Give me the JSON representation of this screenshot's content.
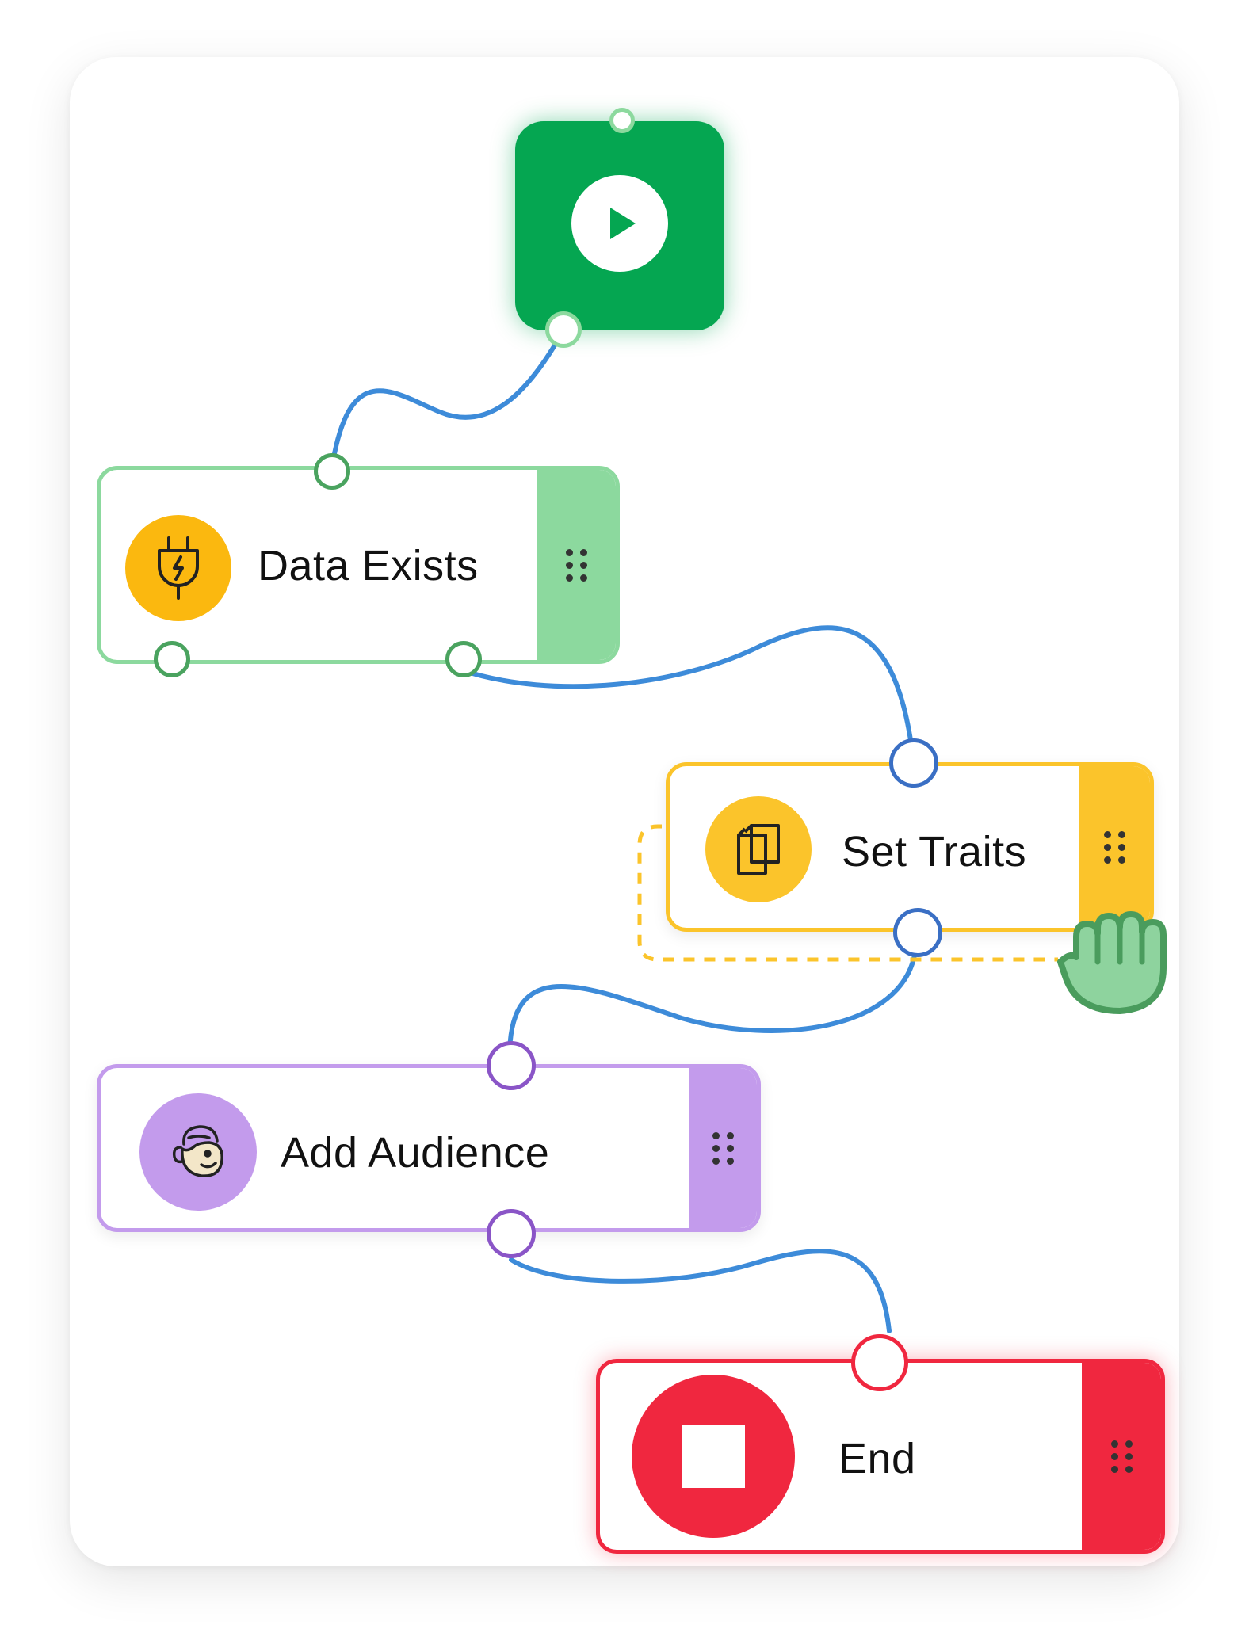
{
  "colors": {
    "link": "#3d8bd9",
    "start": "#05a651",
    "data_exists": "#8cd99e",
    "set_traits": "#fbc42b",
    "add_audience": "#c39bec",
    "end": "#f0273f"
  },
  "nodes": {
    "start": {
      "icon": "play-icon"
    },
    "data_exists": {
      "label": "Data Exists",
      "icon": "plug-icon"
    },
    "set_traits": {
      "label": "Set Traits",
      "icon": "copy-documents-icon"
    },
    "add_audience": {
      "label": "Add Audience",
      "icon": "mailchimp-icon"
    },
    "end": {
      "label": "End",
      "icon": "stop-icon"
    }
  },
  "cursor": {
    "icon": "grab-hand-icon"
  }
}
